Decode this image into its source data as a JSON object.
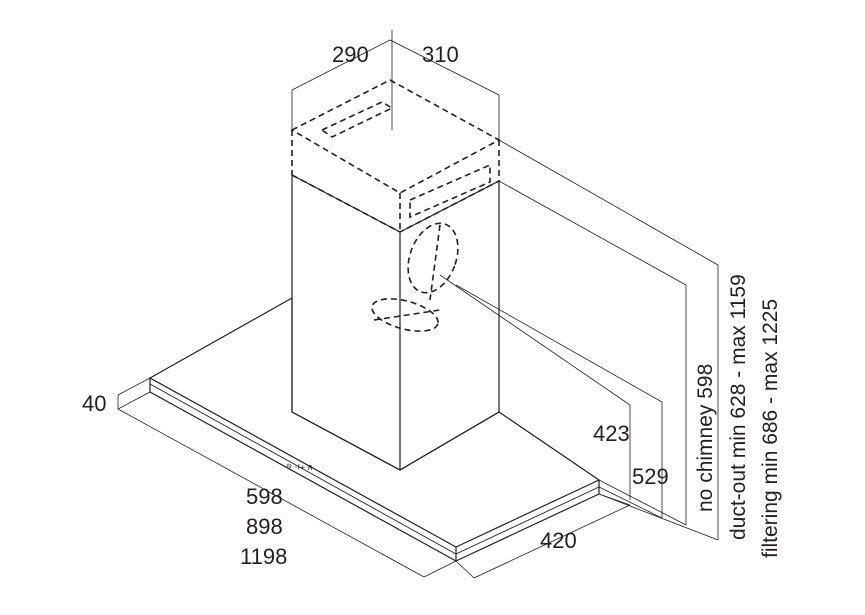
{
  "dimensions": {
    "top_left": "290",
    "top_right": "310",
    "left_height": "40",
    "width_1": "598",
    "width_2": "898",
    "width_3": "1198",
    "depth": "420",
    "height_1": "423",
    "height_2": "529",
    "vertical_1": "no chimney 598",
    "vertical_2": "duct-out min 628 - max 1159",
    "vertical_3": "filtering min 686 - max 1225"
  },
  "control_panel": {
    "icons": "⊖ –I+ R"
  }
}
